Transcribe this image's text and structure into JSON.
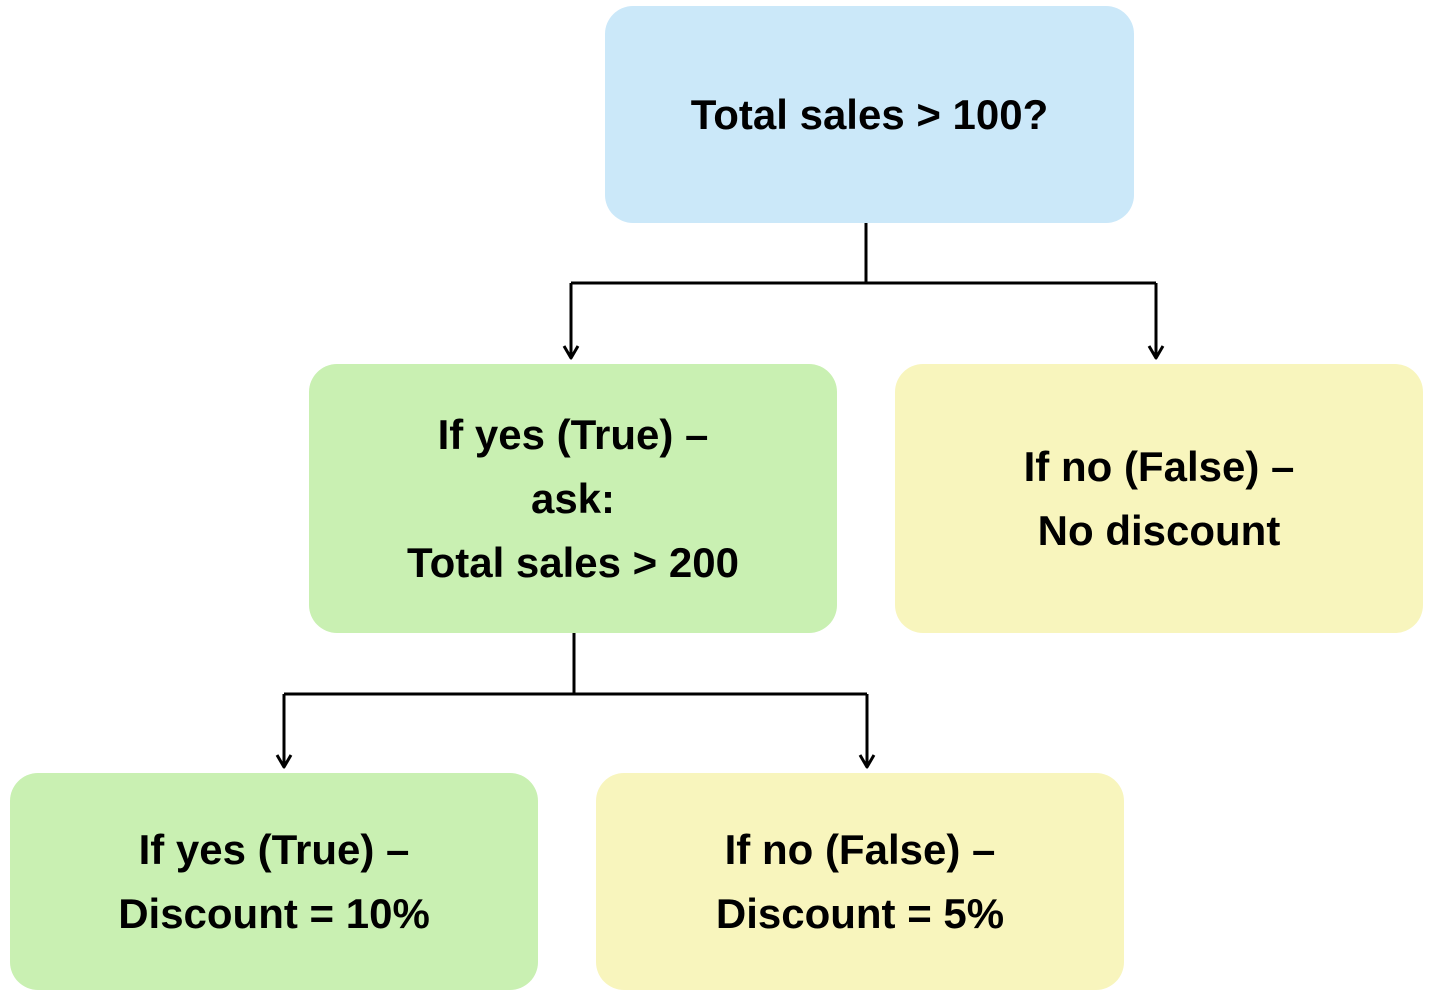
{
  "diagram": {
    "type": "decision-tree-flowchart",
    "background_color": "#ffffff",
    "line_color": "#000000",
    "text_color": "#000000",
    "node_colors": {
      "question_blue": "#cbe8f9",
      "true_green": "#c9f0b2",
      "false_yellow": "#f8f5bd"
    }
  },
  "nodes": {
    "root": {
      "lines": [
        "Total sales > 100?"
      ],
      "color": "#cbe8f9"
    },
    "yes_branch": {
      "lines": [
        "If yes (True) –",
        "ask:",
        "Total sales > 200"
      ],
      "color": "#c9f0b2"
    },
    "no_branch": {
      "lines": [
        "If no (False) –",
        "No discount"
      ],
      "color": "#f8f5bd"
    },
    "yes_yes_leaf": {
      "lines": [
        "If yes (True) –",
        "Discount = 10%"
      ],
      "color": "#c9f0b2"
    },
    "yes_no_leaf": {
      "lines": [
        "If no (False) –",
        "Discount = 5%"
      ],
      "color": "#f8f5bd"
    }
  },
  "connectors": [
    {
      "from": "root",
      "to": "yes_branch"
    },
    {
      "from": "root",
      "to": "no_branch"
    },
    {
      "from": "yes_branch",
      "to": "yes_yes_leaf"
    },
    {
      "from": "yes_branch",
      "to": "yes_no_leaf"
    }
  ]
}
